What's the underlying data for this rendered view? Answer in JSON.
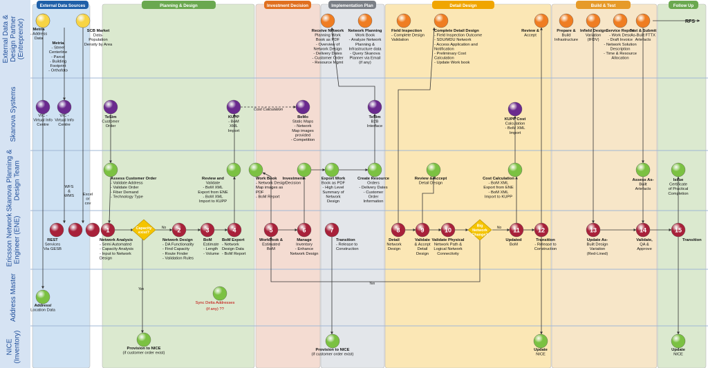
{
  "phases": [
    {
      "id": "ext",
      "label": "External Data Sources",
      "fill": "#cfe2f3",
      "header": "#1f5fa8"
    },
    {
      "id": "plan",
      "label": "Planning & Design",
      "fill": "#dbe9cf",
      "header": "#6aa84f"
    },
    {
      "id": "inv",
      "label": "Investment Decision",
      "fill": "#f4dcd2",
      "header": "#e06f1f"
    },
    {
      "id": "impl",
      "label": "Implementation Plan",
      "fill": "#e3e6ea",
      "header": "#7a7f86"
    },
    {
      "id": "det",
      "label": "Detail Design",
      "fill": "#fbe7b5",
      "header": "#f0a500"
    },
    {
      "id": "build",
      "label": "Build & Test",
      "fill": "#f7e6c8",
      "header": "#e69a28"
    },
    {
      "id": "follow",
      "label": "Follow Up",
      "fill": "#dbe9cf",
      "header": "#6aa84f"
    }
  ],
  "lanes": [
    {
      "id": "edp",
      "label": "External Data & Design Partner (Entreprenör)"
    },
    {
      "id": "skanova_sys",
      "label": "Skanova Systems"
    },
    {
      "id": "spd",
      "label": "Skanova Planning & Design Team"
    },
    {
      "id": "ene",
      "label": "Ericsson Network Engineer (ENE)"
    },
    {
      "id": "am",
      "label": "Address Master"
    },
    {
      "id": "nice",
      "label": "NICE (Inventory)"
    }
  ],
  "nodes": [
    {
      "id": "y1",
      "color": "yellow",
      "title": "Metria",
      "lines": [
        "- Address",
        "Data"
      ]
    },
    {
      "id": "y2",
      "color": "yellow",
      "title": "Metria",
      "lines": [
        "- Street",
        "Centerline",
        "- Parcel",
        "- Building",
        "Footprint",
        "- Orthofoto"
      ]
    },
    {
      "id": "y3",
      "color": "yellow",
      "title": "SCB Market",
      "lines": [
        "Data-",
        "Population",
        "Density by Area"
      ]
    },
    {
      "id": "vic1",
      "color": "purple",
      "title": "",
      "lines": [
        "VIC -",
        "Virtual Info",
        "Centre"
      ]
    },
    {
      "id": "vic2",
      "color": "purple",
      "title": "",
      "lines": [
        "VIC -",
        "Virtual Info",
        "Centre"
      ]
    },
    {
      "id": "tesim1",
      "color": "purple",
      "title": "TeSim",
      "lines": [
        "Customer",
        "Order"
      ]
    },
    {
      "id": "kupp1",
      "color": "purple",
      "title": "KUPP",
      "lines": [
        "- BoM",
        "XML",
        "Import"
      ]
    },
    {
      "id": "bemo",
      "color": "purple",
      "title": "BeMo",
      "lines": [
        "Static Maps",
        "- Network",
        "Map images",
        "provided",
        "- Competition"
      ]
    },
    {
      "id": "tesim2",
      "color": "purple",
      "title": "TeSim",
      "lines": [
        "B2B",
        "Interface"
      ]
    },
    {
      "id": "kupp2",
      "color": "purple",
      "title": "KUPP Cost",
      "lines": [
        "Calculation",
        "- BoM XML",
        "Import"
      ]
    },
    {
      "id": "o1",
      "color": "orange",
      "title": "Receive Network",
      "lines": [
        "Planning Work",
        "Book as PDF",
        "- Overview of",
        "Network Design",
        "- Delivery Dates",
        "- Customer Order",
        "- Resource Mgmt"
      ]
    },
    {
      "id": "o2",
      "color": "orange",
      "title": "Network Planning",
      "lines": [
        "Work Book",
        "- Analyze Network",
        "Planning &",
        "Infrastructure data",
        "- Query Skanova",
        "Planner via Email",
        "(if any)"
      ]
    },
    {
      "id": "o3",
      "color": "orange",
      "title": "Field Inspection",
      "lines": [
        "- Complete Design",
        "Validation"
      ]
    },
    {
      "id": "o4",
      "color": "orange",
      "title": "Complete Detail Design",
      "lines": [
        "- Field Inspection Outcome",
        "- SDU/MDU Network",
        "- Access Application and",
        "Notification",
        "- Preliminary Cost",
        "Calculation",
        "- Update Work book"
      ]
    },
    {
      "id": "o5",
      "color": "orange",
      "title": "Review &",
      "lines": [
        "Accept"
      ]
    },
    {
      "id": "o6",
      "color": "orange",
      "title": "Prepare &",
      "lines": [
        "Build",
        "Infrastructure"
      ]
    },
    {
      "id": "o7",
      "color": "orange",
      "title": "Infield Design",
      "lines": [
        "Variation",
        "(IFDV)"
      ]
    },
    {
      "id": "o8",
      "color": "orange",
      "title": "Service Report",
      "lines": [
        "- Work Desc",
        "- Draft Invoice",
        "- Network Solution",
        "Description",
        "- Time & Resource",
        "Allocation"
      ]
    },
    {
      "id": "o9",
      "color": "orange",
      "title": "Test & Submit",
      "lines": [
        "As-Built FTTX",
        "Artefacts"
      ]
    },
    {
      "id": "g1",
      "color": "green",
      "title": "Assess Customer Order",
      "lines": [
        "- Validate Address",
        "- Validate Order",
        "- Fiber Demand",
        "- Technology Type"
      ]
    },
    {
      "id": "g2",
      "color": "green",
      "title": "Review and",
      "lines": [
        "Validate",
        "- BoM XML",
        "Export from ENE",
        "- BoM XML",
        "Import to KUPP"
      ]
    },
    {
      "id": "g3",
      "color": "green",
      "title": "Work Book",
      "lines": [
        "- Network Design",
        "Map images as",
        "PDF",
        "- BoM Report"
      ]
    },
    {
      "id": "g4",
      "color": "green",
      "title": "Investment",
      "lines": [
        "Decision"
      ]
    },
    {
      "id": "g5",
      "color": "green",
      "title": "Export Work",
      "lines": [
        "Book as PDF",
        "- High Level",
        "Summary of",
        "Network",
        "Design"
      ]
    },
    {
      "id": "g6",
      "color": "green",
      "title": "Create Resource",
      "lines": [
        "Orders",
        "- Delivery Dates",
        "- Customer",
        "Order",
        "Information"
      ]
    },
    {
      "id": "g7",
      "color": "green",
      "title": "Review & Accept",
      "lines": [
        "Detail Design"
      ]
    },
    {
      "id": "g8",
      "color": "green",
      "title": "Cost Calculation",
      "lines": [
        "- BoM XML",
        "Export from ENE",
        "- BoM XML",
        "Import to KUPP"
      ]
    },
    {
      "id": "g9",
      "color": "green",
      "title": "Assess As-",
      "lines": [
        "Built",
        "Artefacts"
      ]
    },
    {
      "id": "g10",
      "color": "green",
      "title": "Issue",
      "lines": [
        "Certificate",
        "of Practical",
        "Completion"
      ]
    },
    {
      "id": "r1",
      "color": "red",
      "title": "REST",
      "lines": [
        "Services",
        "Via GESB"
      ]
    },
    {
      "id": "r2",
      "color": "red",
      "title": "",
      "lines": []
    },
    {
      "id": "r3",
      "color": "red",
      "title": "",
      "lines": []
    },
    {
      "id": "n1",
      "color": "red",
      "num": "1",
      "title": "Network Analysis",
      "lines": [
        "- Semi Automated",
        "- Capacity Analysis",
        "- Input to Network",
        "Design"
      ]
    },
    {
      "id": "n2",
      "color": "red",
      "num": "2",
      "title": "Network Design",
      "lines": [
        "- DA Functionality",
        "- Find Capacity",
        "- Route Finder",
        "- Validation Rules"
      ]
    },
    {
      "id": "n3",
      "color": "red",
      "num": "3",
      "title": "BoM",
      "lines": [
        "Estimate",
        "- Length",
        "- Volume"
      ]
    },
    {
      "id": "n4",
      "color": "red",
      "num": "4",
      "title": "BoM Export",
      "lines": [
        "- Network",
        "Design Data",
        "- BoM Report"
      ]
    },
    {
      "id": "n5",
      "color": "red",
      "num": "5",
      "title": "Workbook &",
      "lines": [
        "Estimated",
        "BoM"
      ]
    },
    {
      "id": "n6",
      "color": "red",
      "num": "6",
      "title": "Manage",
      "lines": [
        "Inventory",
        "- Enhance",
        "Network Design"
      ]
    },
    {
      "id": "n7",
      "color": "red",
      "num": "7",
      "title": "Transition",
      "lines": [
        "- Release to",
        "Construction"
      ]
    },
    {
      "id": "n8",
      "color": "red",
      "num": "8",
      "title": "Detail",
      "lines": [
        "Network",
        "Design"
      ]
    },
    {
      "id": "n9",
      "color": "red",
      "num": "9",
      "title": "Validate",
      "lines": [
        "& Accept",
        "Detail",
        "Design"
      ]
    },
    {
      "id": "n10",
      "color": "red",
      "num": "10",
      "title": "Validate Physical",
      "lines": [
        "Network Path &",
        "Logical Network",
        "Connectivity"
      ]
    },
    {
      "id": "n11",
      "color": "red",
      "num": "11",
      "title": "Updated",
      "lines": [
        "BoM"
      ]
    },
    {
      "id": "n12",
      "color": "red",
      "num": "12",
      "title": "Transition",
      "lines": [
        "- Release to",
        "Construction"
      ]
    },
    {
      "id": "n13",
      "color": "red",
      "num": "13",
      "title": "Update As-",
      "lines": [
        "Built Design",
        "Variation",
        "(Red-Lined)"
      ]
    },
    {
      "id": "n14",
      "color": "red",
      "num": "14",
      "title": "Validate,",
      "lines": [
        "QA &",
        "Approve"
      ]
    },
    {
      "id": "n15",
      "color": "red",
      "num": "15",
      "title": "Transition",
      "lines": []
    },
    {
      "id": "am1",
      "color": "green",
      "title": "Address/",
      "lines": [
        "Location Data"
      ]
    },
    {
      "id": "am2",
      "color": "green",
      "title": "",
      "lines": []
    },
    {
      "id": "nc1",
      "color": "green",
      "title": "Provision to NICE",
      "lines": [
        "(if customer order exist)"
      ]
    },
    {
      "id": "nc2",
      "color": "green",
      "title": "Provision to NICE",
      "lines": [
        "(if customer order exist)"
      ]
    },
    {
      "id": "nc3",
      "color": "green",
      "title": "Update",
      "lines": [
        "NICE"
      ]
    },
    {
      "id": "nc4",
      "color": "green",
      "title": "Update",
      "lines": [
        "NICE"
      ]
    }
  ],
  "decisions": [
    {
      "id": "d1",
      "label": [
        "Capacity",
        "exist?"
      ]
    },
    {
      "id": "d2",
      "label": [
        "Big",
        "Network",
        "Change?"
      ]
    }
  ],
  "annotations": {
    "cost_calc": "Cost Calculation",
    "sync": "Sync Delta Addresses",
    "sync2": "(if any) ??",
    "rfs": "RFS",
    "no1": "No",
    "no2": "No",
    "yes1": "Yes",
    "yes2": "Yes",
    "wfs": [
      "WFS",
      "&",
      "WMS"
    ],
    "excel": [
      "Excel",
      "or",
      "csv"
    ]
  },
  "colors": {
    "yellow": "#f7d444",
    "orange": "#ef7d22",
    "green": "#7bc142",
    "purple": "#6a2a8e",
    "red": "#a8213a",
    "diamond": "#f5c400",
    "lane_label": "#1f4e9a",
    "alert": "#c00000"
  }
}
